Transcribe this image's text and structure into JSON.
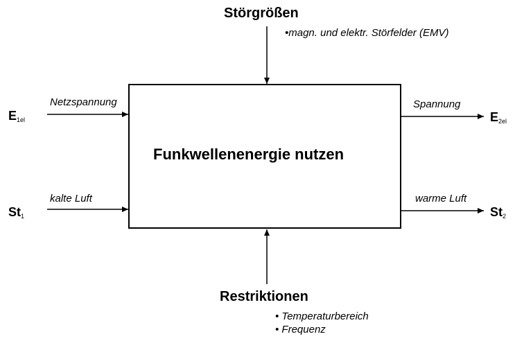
{
  "process": {
    "title": "Funkwellenenergie nutzen"
  },
  "disturbances": {
    "heading": "Störgrößen",
    "items": [
      "•magn. und elektr. Störfelder (EMV)"
    ]
  },
  "restrictions": {
    "heading": "Restriktionen",
    "items": [
      "• Temperaturbereich",
      "• Frequenz"
    ]
  },
  "inputs": [
    {
      "symbol": "E",
      "subscript": "1el",
      "label": "Netzspannung"
    },
    {
      "symbol": "St",
      "subscript": "1",
      "label": "kalte Luft"
    }
  ],
  "outputs": [
    {
      "symbol": "E",
      "subscript": "2el",
      "label": "Spannung"
    },
    {
      "symbol": "St",
      "subscript": "2",
      "label": "warme Luft"
    }
  ]
}
